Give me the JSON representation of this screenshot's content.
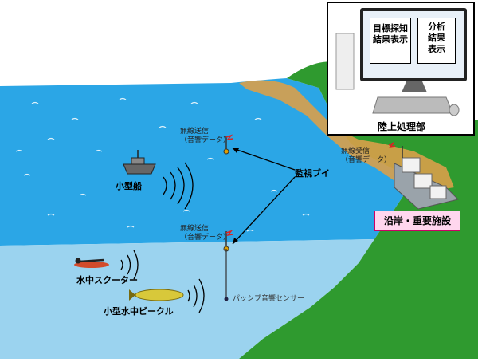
{
  "labels": {
    "wireless_tx_1": "無線送信",
    "wireless_tx_1_sub": "（音響データ）",
    "wireless_tx_2": "無線送信",
    "wireless_tx_2_sub": "（音響データ）",
    "wireless_rx": "無線受信",
    "wireless_rx_sub": "（音響データ）",
    "monitoring_buoy": "監視ブイ",
    "small_boat": "小型船",
    "underwater_scooter": "水中スクーター",
    "small_auv": "小型水中ビークル",
    "passive_sensor": "パッシブ音響センサー",
    "coastal_facility": "沿岸・重要施設",
    "land_processing": "陸上処理部"
  },
  "monitor": {
    "left_panel": [
      "目標探知",
      "結果表示"
    ],
    "right_panel": [
      "分析",
      "結果",
      "表示"
    ]
  },
  "colors": {
    "sea_surface": "#2ba6e6",
    "sea_deep": "#9bd3ef",
    "land": "#2f9a2f",
    "beach": "#d9a04a",
    "facility_box": "#ffd6ee"
  }
}
